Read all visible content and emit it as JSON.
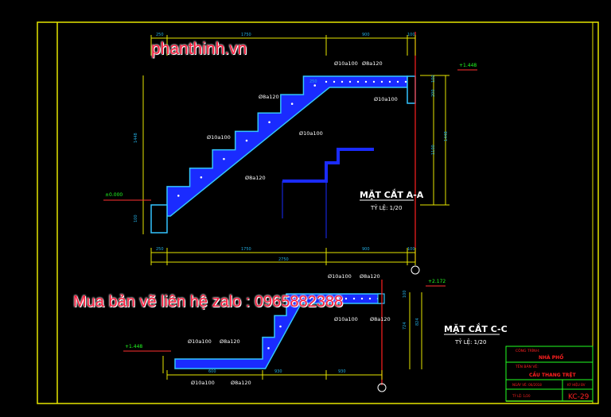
{
  "watermark_top": "phanthinh.vn",
  "watermark_contact": "Mua bản vẽ liên hệ zalo : 0965882388",
  "colors": {
    "frame": "#e6e600",
    "concrete": "#1a2bff",
    "outline": "#33c4ff",
    "rebar_label": "#ffffff",
    "level": "#ff3030",
    "level_text": "#22ff22",
    "section_cut": "#ff2020",
    "title_block": "#22ff22",
    "title_text": "#ff2020"
  },
  "section_aa": {
    "title": "MẶT CẮT A-A",
    "scale": "TỶ LỆ: 1/20",
    "top_dims": [
      "250",
      "1750",
      "900",
      "100"
    ],
    "bottom_dims": [
      "250",
      "1750",
      "900",
      "100"
    ],
    "total_dim": "2750",
    "left_dims": [
      "1448",
      "100"
    ],
    "right_dims": [
      "100",
      "200",
      "1100",
      "1448"
    ],
    "level_low": "±0.000",
    "level_high": "+1.448",
    "step_dim": "250",
    "rebar": [
      "Ø10a100",
      "Ø8a120",
      "Ø10a100",
      "Ø8a120",
      "Ø10a100",
      "Ø10a100",
      "Ø8a120"
    ]
  },
  "section_cc": {
    "title": "MẶT CẮT C-C",
    "scale": "TỶ LỆ: 1/20",
    "level_low": "+1.448",
    "level_high": "+2.172",
    "bottom_dims": [
      "600",
      "930",
      "930"
    ],
    "right_dims": [
      "100",
      "724",
      "824"
    ],
    "rebar": [
      "Ø10a100",
      "Ø8a120",
      "Ø10a100",
      "Ø8a120",
      "Ø10a100",
      "Ø8a120",
      "Ø10a100",
      "Ø8a120"
    ]
  },
  "title_block": {
    "project_label": "CÔNG TRÌNH:",
    "project": "NHÀ PHỐ",
    "drawing_label": "TÊN BẢN VẼ:",
    "drawing": "CẦU THANG TRỆT",
    "date_label": "NGÀY VẼ: 06/2018",
    "code_label": "KÝ HIỆU BV",
    "scale_label": "TỶ LỆ: 1/20",
    "code": "KC-29"
  }
}
